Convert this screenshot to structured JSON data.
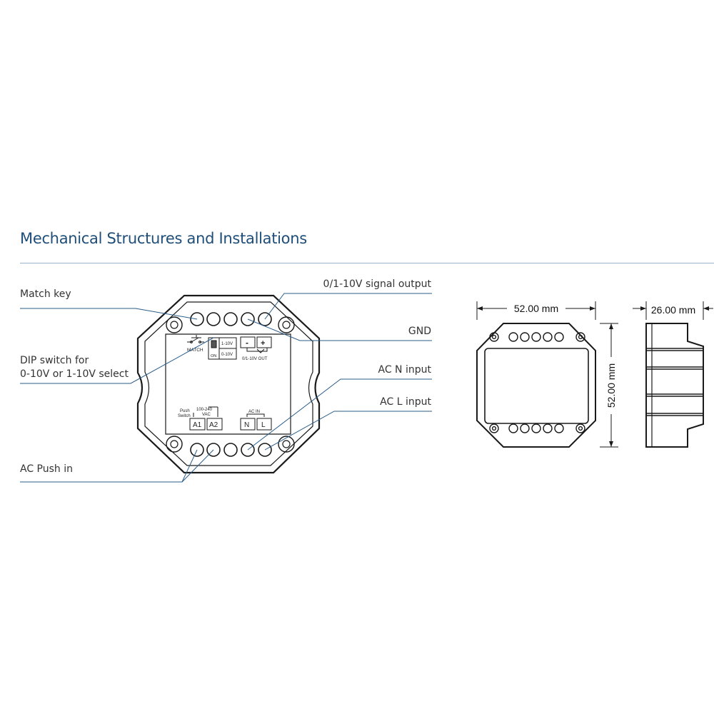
{
  "heading": "Mechanical Structures and Installations",
  "callouts": {
    "match_key": "Match key",
    "dip_switch_line1": "DIP switch for",
    "dip_switch_line2": "0-10V or 1-10V select",
    "ac_push_in": "AC Push in",
    "signal_output": "0/1-10V signal output",
    "gnd": "GND",
    "ac_n_input": "AC N input",
    "ac_l_input": "AC L input"
  },
  "device_labels": {
    "match": "MATCH",
    "dip_1_10v": "1-10V",
    "dip_0_10v": "0-10V",
    "dip_on": "ON",
    "terminal_minus": "-",
    "terminal_plus": "+",
    "out_label": "0/1-10V OUT",
    "push_switch_line1": "Push",
    "push_switch_line2": "Switch",
    "vac_line1": "100-240",
    "vac_line2": "VAC",
    "terminal_a1": "A1",
    "terminal_a2": "A2",
    "ac_in": "AC IN",
    "terminal_n": "N",
    "terminal_l": "L"
  },
  "dimensions": {
    "front_width": "52.00 mm",
    "front_height": "52.00 mm",
    "side_depth": "26.00 mm"
  },
  "colors": {
    "heading": "#1f4e79",
    "leader_line": "#2a5d8a",
    "outline": "#1a1a1a"
  }
}
